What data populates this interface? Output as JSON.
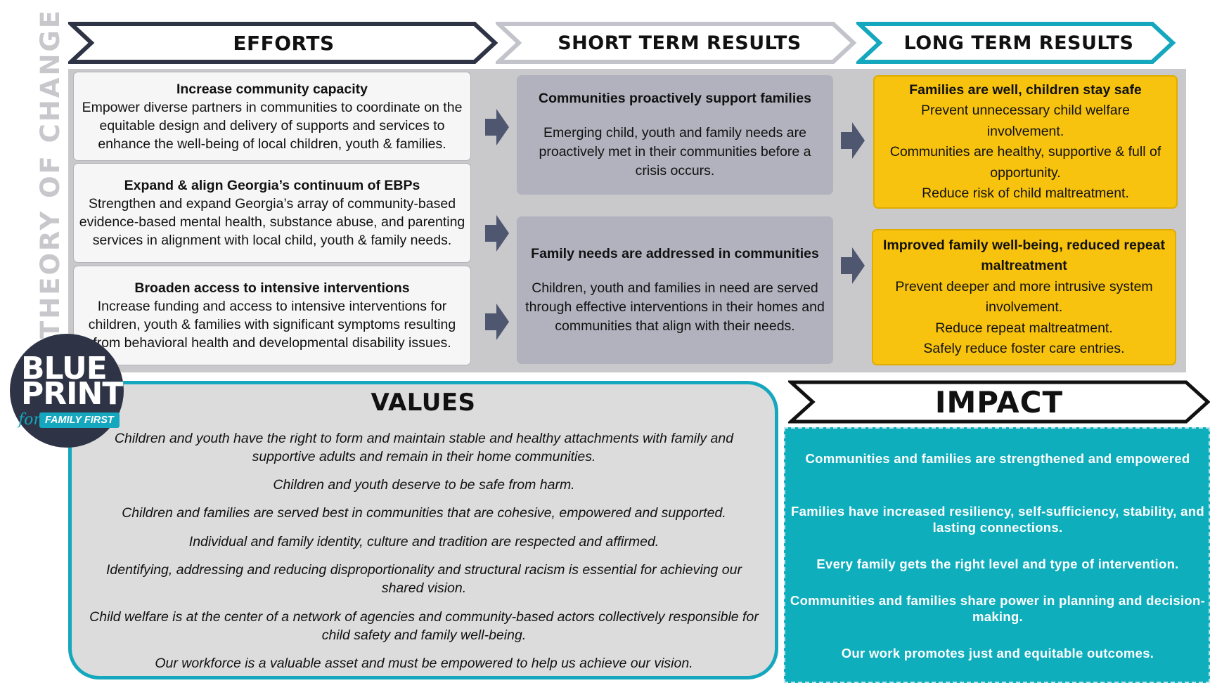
{
  "side_title": "THEORY OF CHANGE",
  "headers": {
    "efforts": "EFFORTS",
    "short_term": "SHORT TERM RESULTS",
    "long_term": "LONG TERM RESULTS",
    "values": "VALUES",
    "impact": "IMPACT"
  },
  "efforts": [
    {
      "title": "Increase community capacity",
      "text": "Empower diverse partners in communities to coordinate on the equitable design and delivery of supports and services to enhance the well-being of local children, youth & families."
    },
    {
      "title": "Expand & align Georgia’s continuum of EBPs",
      "text": "Strengthen and expand Georgia’s array of community-based evidence-based mental health, substance abuse, and parenting services in alignment with local child, youth & family needs."
    },
    {
      "title": "Broaden access to intensive interventions",
      "text": "Increase funding and access to intensive interventions for children, youth &  families with significant symptoms resulting from behavioral health and developmental disability issues."
    }
  ],
  "short_term": [
    {
      "title": "Communities proactively support families",
      "text": "Emerging child, youth and family needs are proactively met in their communities before a crisis occurs."
    },
    {
      "title": "Family needs are addressed in communities",
      "text": "Children, youth and families in need are served through effective interventions in their homes and communities that align with their needs."
    }
  ],
  "long_term": [
    {
      "title": "Families are well, children stay safe",
      "lines": [
        "Prevent unnecessary child welfare involvement.",
        "Communities are healthy, supportive &  full of opportunity.",
        "Reduce risk of child maltreatment."
      ]
    },
    {
      "title": "Improved family well-being, reduced repeat maltreatment",
      "lines": [
        "Prevent deeper and more intrusive system involvement.",
        "Reduce repeat maltreatment.",
        "Safely reduce foster care entries."
      ]
    }
  ],
  "values": [
    "Children and youth have the right to form and maintain stable and healthy attachments with family and supportive adults and remain in their home communities.",
    "Children and youth deserve to be safe from harm.",
    "Children and families are served best in communities that are cohesive, empowered and supported.",
    "Individual and family identity, culture and tradition are respected and affirmed.",
    "Identifying, addressing and reducing disproportionality and structural racism is essential for achieving our shared vision.",
    "Child welfare is at the center of a network of agencies and community-based actors collectively responsible for child safety and family well-being.",
    "Our workforce is a valuable asset and must be empowered to help us achieve our vision."
  ],
  "impact": [
    "Communities and families are strengthened and empowered",
    "Families have increased resiliency, self-sufficiency, stability, and lasting connections.",
    "Every family gets the right level and type of intervention.",
    "Communities and families share power in planning and decision-making.",
    "Our work promotes just and equitable outcomes."
  ],
  "logo": {
    "line1": "BLUE",
    "line2": "PRINT",
    "for": "for",
    "tag": "FAMILY FIRST"
  },
  "colors": {
    "navy": "#2e3445",
    "teal": "#15a7bd",
    "yellow": "#f8c30e",
    "band_grey": "#c9c9cc",
    "short_term_grey": "#b1b2bd",
    "arrow": "#4e5670"
  }
}
